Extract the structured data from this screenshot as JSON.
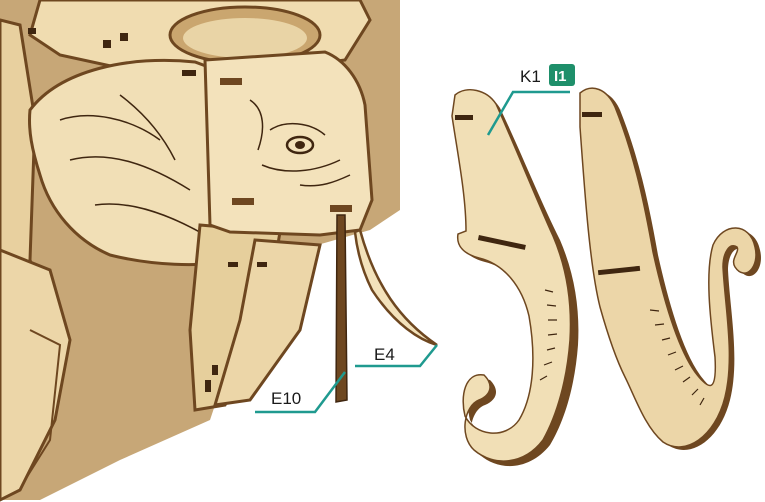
{
  "labels": {
    "k1": "K1",
    "i1": "I1",
    "e4": "E4",
    "e10": "E10"
  },
  "colors": {
    "wood_light": "#f1dfb6",
    "wood_mid": "#e6cf9c",
    "wood_edge": "#6e4720",
    "wood_dark": "#3f2610",
    "callout_line": "#1f9a8f",
    "badge": "#1e8f6a"
  }
}
